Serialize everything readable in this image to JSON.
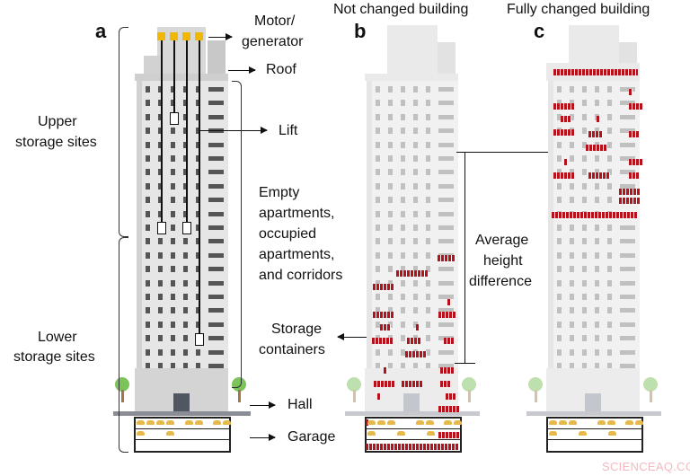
{
  "titles": {
    "b": "Not changed building",
    "c": "Fully changed building"
  },
  "panels": {
    "a": "a",
    "b": "b",
    "c": "c"
  },
  "labels": {
    "motor_line1": "Motor/",
    "motor_line2": "generator",
    "roof": "Roof",
    "lift": "Lift",
    "upper_line1": "Upper",
    "upper_line2": "storage sites",
    "lower_line1": "Lower",
    "lower_line2": "storage sites",
    "empty_line1": "Empty",
    "empty_line2": "apartments,",
    "empty_line3": "occupied",
    "empty_line4": "apartments,",
    "empty_line5": "and corridors",
    "storage_line1": "Storage",
    "storage_line2": "containers",
    "avg_line1": "Average",
    "avg_line2": "height",
    "avg_line3": "difference",
    "hall": "Hall",
    "garage": "Garage"
  },
  "colors": {
    "motor": "#f2b705",
    "storage": "#b5121b",
    "car": "#e7b94a",
    "tree": "#7dc35b"
  },
  "watermark": "SCIENCEAQ.COM"
}
